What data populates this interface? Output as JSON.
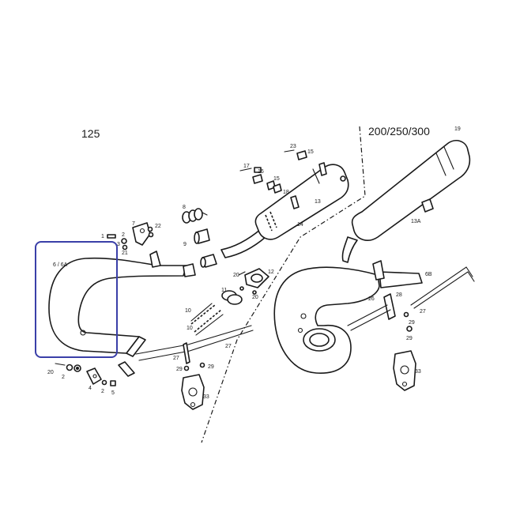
{
  "headings": {
    "left": "125",
    "right": "200/250/300"
  },
  "labels": {
    "l1": "1",
    "l2a": "2",
    "l3": "3",
    "l7": "7",
    "l22": "22",
    "l21": "21",
    "l8": "8",
    "l9": "9",
    "l6_6a": "6 / 6A",
    "l20a": "20",
    "l2b": "2",
    "l4": "4",
    "l2c": "2",
    "l5": "5",
    "l10a": "10",
    "l10b": "10",
    "l11": "11",
    "l20b": "20",
    "l12": "12",
    "l20c": "20",
    "l27a": "27",
    "l29a": "29",
    "l29b": "29",
    "l27b": "27",
    "l33a": "33",
    "l17": "17",
    "l16": "16",
    "l15a": "15",
    "l23": "23",
    "l15b": "15",
    "l18": "18",
    "l13": "13",
    "l14": "14",
    "l19": "19",
    "l13a": "13A",
    "l6b": "6B",
    "l26": "26",
    "l28": "28",
    "l27c": "27",
    "l29c": "29",
    "l29d": "29",
    "l33b": "33"
  },
  "highlight": {
    "color": "#3a3fa8",
    "target": "6 / 6A"
  },
  "colors": {
    "ink": "#1a1a1a",
    "background": "#ffffff"
  }
}
